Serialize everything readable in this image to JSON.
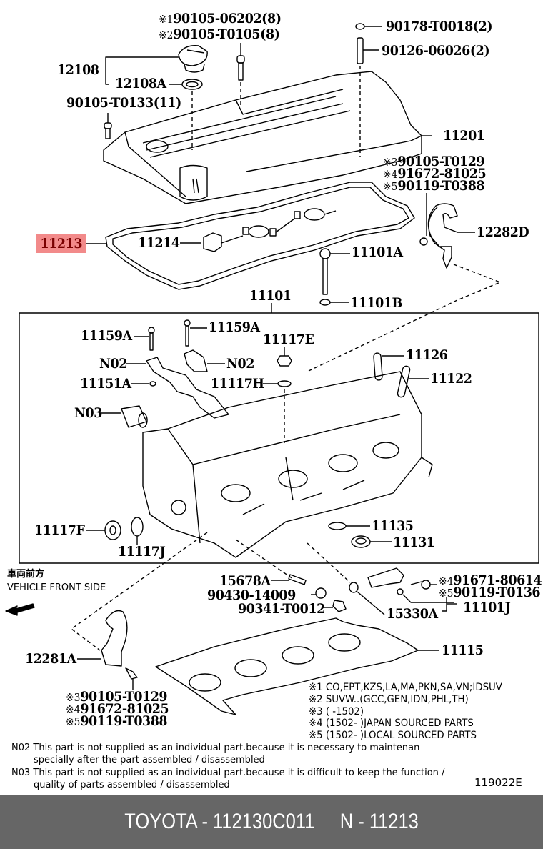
{
  "diagram": {
    "title_code": "119022E",
    "highlighted_part": "11213",
    "direction": {
      "label_jp": "車両前方",
      "label_en": "VEHICLE FRONT SIDE",
      "icon": "arrow-left-icon"
    },
    "callouts": {
      "p90105_06202": {
        "mark": "※1",
        "text": "90105-06202(8)"
      },
      "p90105_T0105": {
        "mark": "※2",
        "text": "90105-T0105(8)"
      },
      "p90178": {
        "text": "90178-T0018(2)"
      },
      "p90126": {
        "text": "90126-06026(2)"
      },
      "p12108": {
        "text": "12108"
      },
      "p12108A": {
        "text": "12108A"
      },
      "p90105_T0133": {
        "text": "90105-T0133(11)"
      },
      "p11201": {
        "text": "11201"
      },
      "p_r_90105_T0129": {
        "mark": "※3",
        "text": "90105-T0129"
      },
      "p_r_91672_81025": {
        "mark": "※4",
        "text": "91672-81025"
      },
      "p_r_90119_T0388": {
        "mark": "※5",
        "text": "90119-T0388"
      },
      "p11213": {
        "text": "11213"
      },
      "p11214": {
        "text": "11214"
      },
      "p12282D": {
        "text": "12282D"
      },
      "p11101A": {
        "text": "11101A"
      },
      "p11101": {
        "text": "11101"
      },
      "p11101B": {
        "text": "11101B"
      },
      "p11159A_l": {
        "text": "11159A"
      },
      "p11159A_r": {
        "text": "11159A"
      },
      "p11117E": {
        "text": "11117E"
      },
      "pN02_l": {
        "text": "N02"
      },
      "pN02_r": {
        "text": "N02"
      },
      "p11126": {
        "text": "11126"
      },
      "p11122": {
        "text": "11122"
      },
      "p11151A": {
        "text": "11151A"
      },
      "p11117H": {
        "text": "11117H"
      },
      "pN03": {
        "text": "N03"
      },
      "p11117F": {
        "text": "11117F"
      },
      "p11117J": {
        "text": "11117J"
      },
      "p11135": {
        "text": "11135"
      },
      "p11131": {
        "text": "11131"
      },
      "p15678A": {
        "text": "15678A"
      },
      "p90430": {
        "text": "90430-14009"
      },
      "p90341": {
        "text": "90341-T0012"
      },
      "p15330A": {
        "text": "15330A"
      },
      "p11101J": {
        "text": "11101J"
      },
      "p91671": {
        "mark": "※4",
        "text": "91671-80614"
      },
      "p90119_T0136": {
        "mark": "※5",
        "text": "90119-T0136"
      },
      "p11115": {
        "text": "11115"
      },
      "p12281A": {
        "text": "12281A"
      },
      "p_l_90105_T0129": {
        "mark": "※3",
        "text": "90105-T0129"
      },
      "p_l_91672_81025": {
        "mark": "※4",
        "text": "91672-81025"
      },
      "p_l_90119_T0388": {
        "mark": "※5",
        "text": "90119-T0388"
      }
    },
    "legend": [
      "※1 CO,EPT,KZS,LA,MA,PKN,SA,VN;IDSUV",
      "※2 SUVW..(GCC,GEN,IDN,PHL,TH)",
      "※3 (       -1502)",
      "※4 (1502-       )JAPAN SOURCED PARTS",
      "※5 (1502-       )LOCAL SOURCED PARTS"
    ],
    "notes": [
      {
        "code": "N02",
        "line1": "This part is not supplied as an individual part.because it is necessary to maintenan",
        "line2": "specially after the part assembled / disassembled"
      },
      {
        "code": "N03",
        "line1": "This part is not supplied as an individual part.because it is difficult to keep the function /",
        "line2": "quality of parts assembled / disassembled"
      }
    ]
  },
  "footer": {
    "text": "TOYOTA - 112130C011     N - 11213"
  }
}
